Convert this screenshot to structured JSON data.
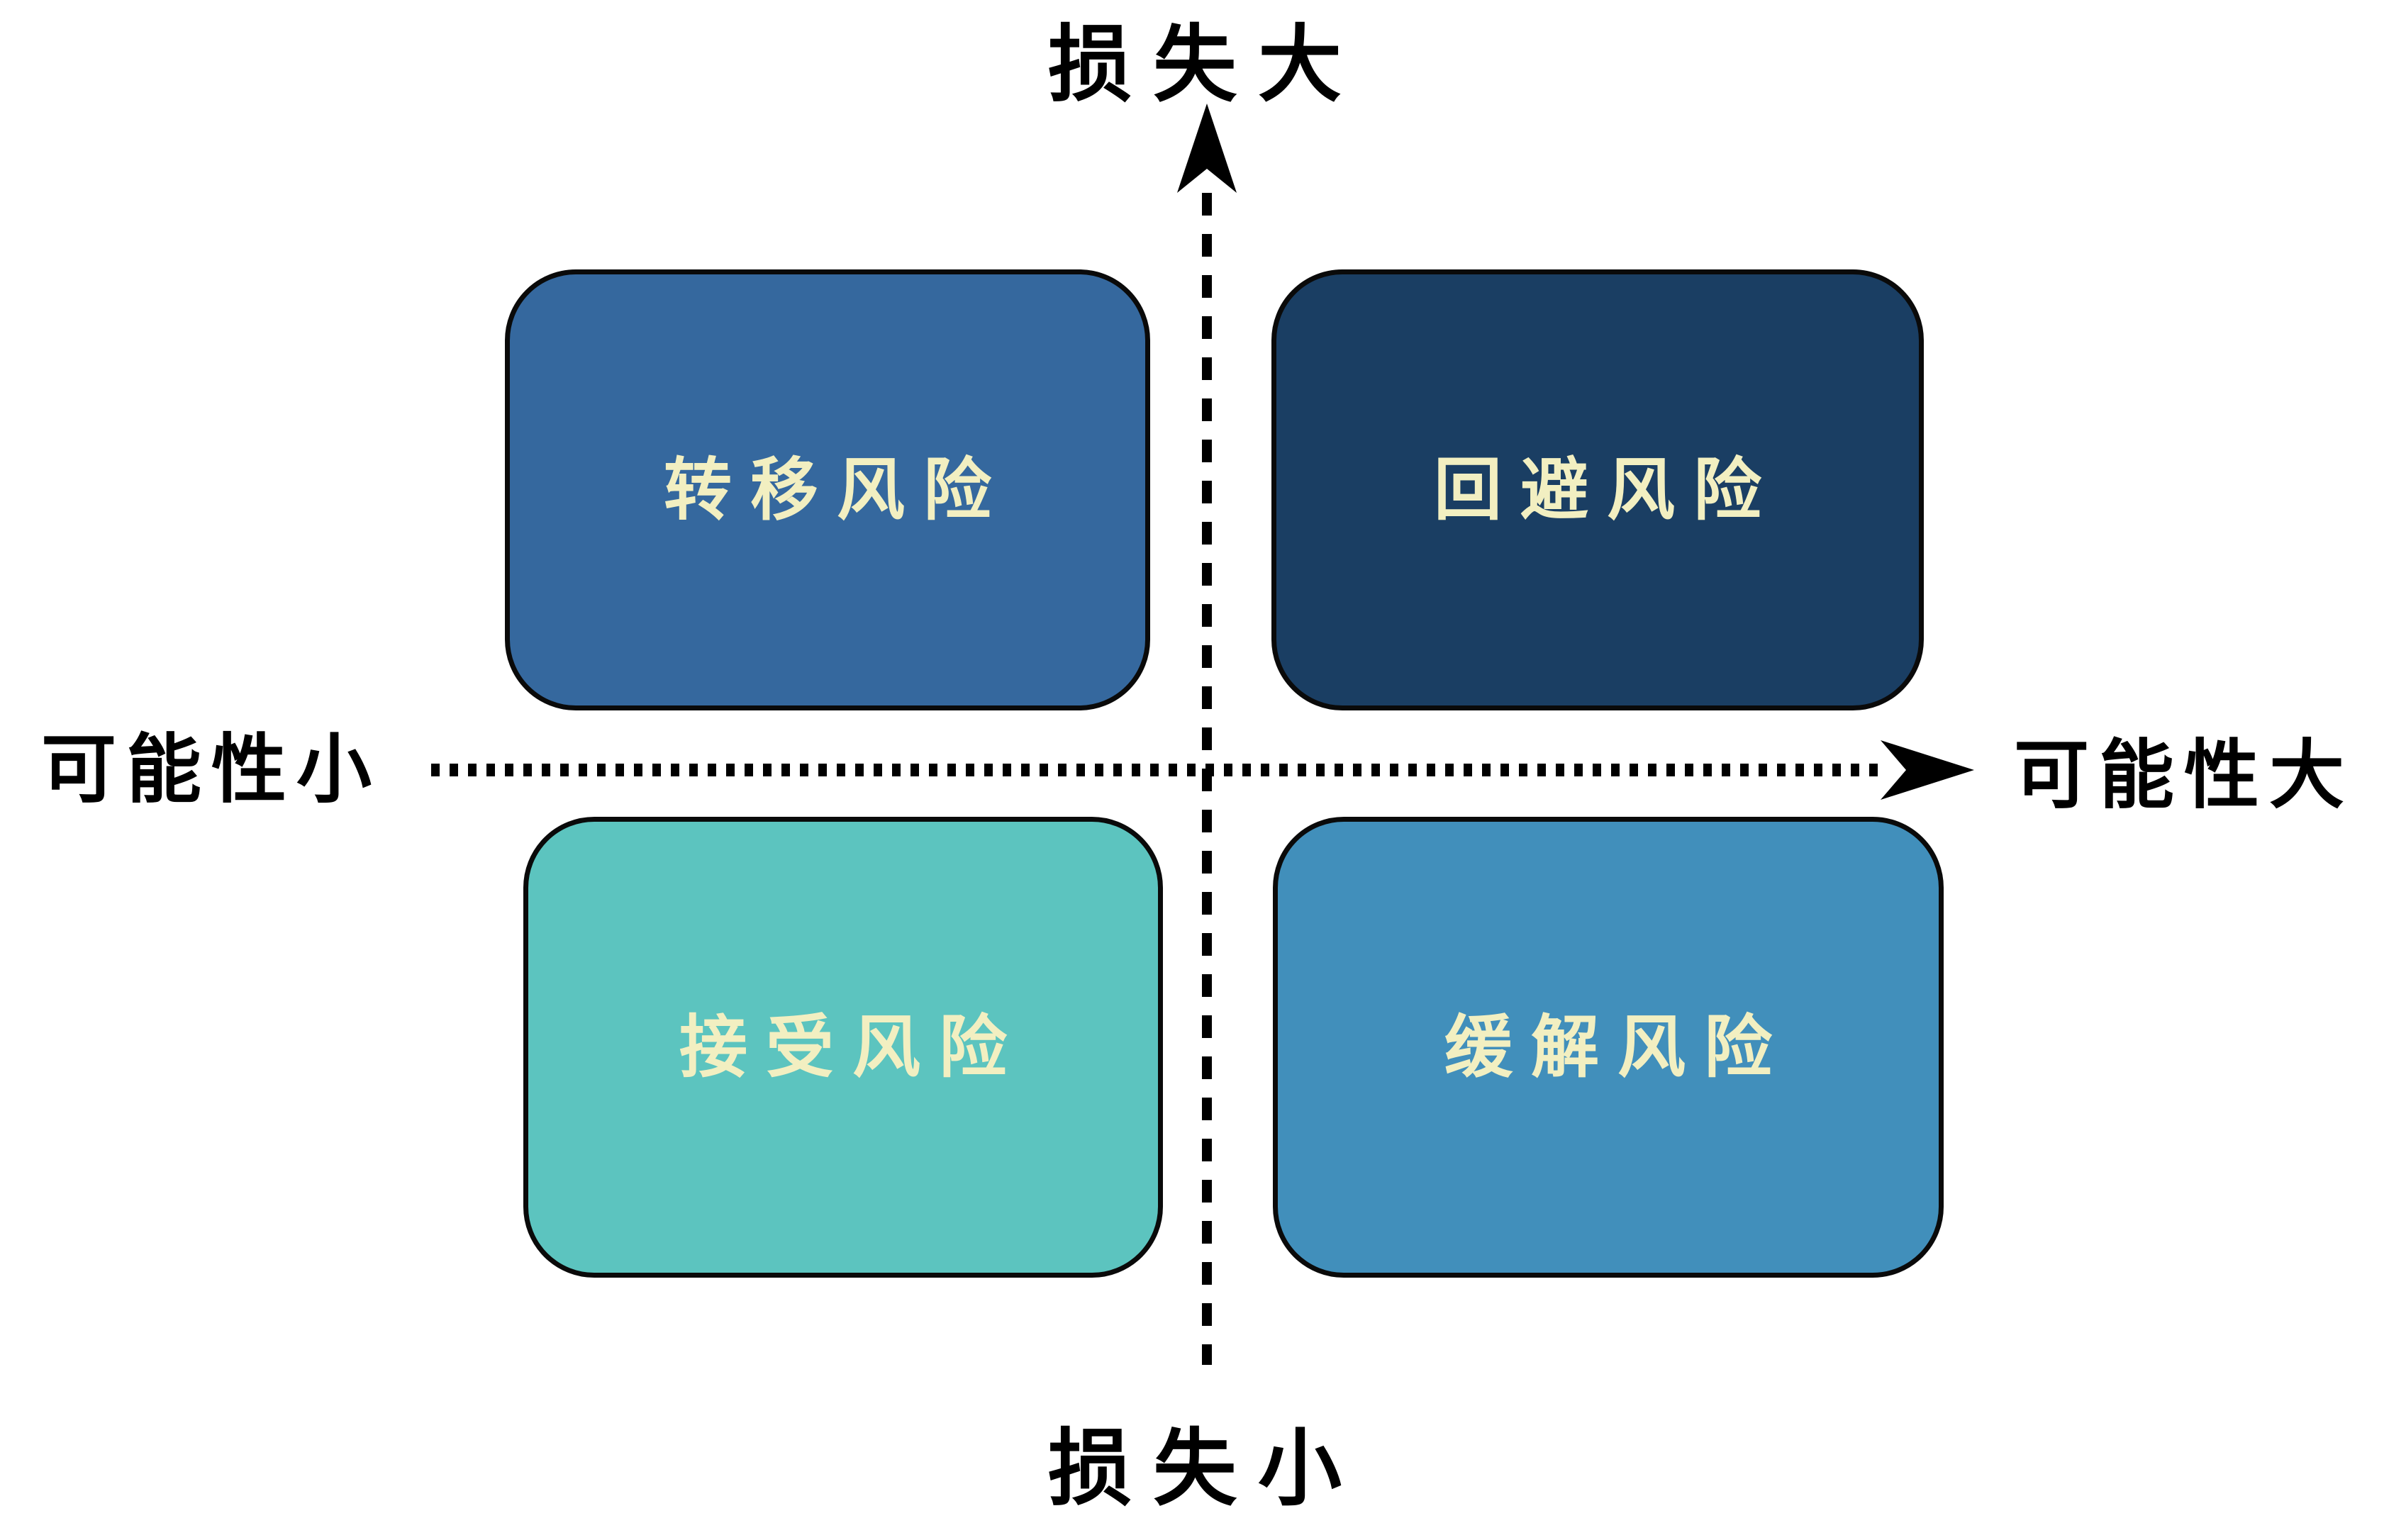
{
  "diagram": {
    "type": "quadrant-matrix",
    "background": "#ffffff",
    "axis": {
      "top_label": "损失大",
      "bottom_label": "损失小",
      "left_label": "可能性小",
      "right_label": "可能性大",
      "line_color": "#000000",
      "line_style": "dashed",
      "arrow_directions": [
        "up",
        "right"
      ]
    },
    "quadrants": [
      {
        "position": "top-left",
        "label": "转移风险",
        "bg": "#35689E"
      },
      {
        "position": "top-right",
        "label": "回避风险",
        "bg": "#1A3E63"
      },
      {
        "position": "bottom-left",
        "label": "接受风险",
        "bg": "#5CC4BF"
      },
      {
        "position": "bottom-right",
        "label": "缓解风险",
        "bg": "#418FBB"
      }
    ],
    "quadrant_text_color": "#F2EFC1",
    "quadrant_border_color": "#0a0a0a"
  }
}
